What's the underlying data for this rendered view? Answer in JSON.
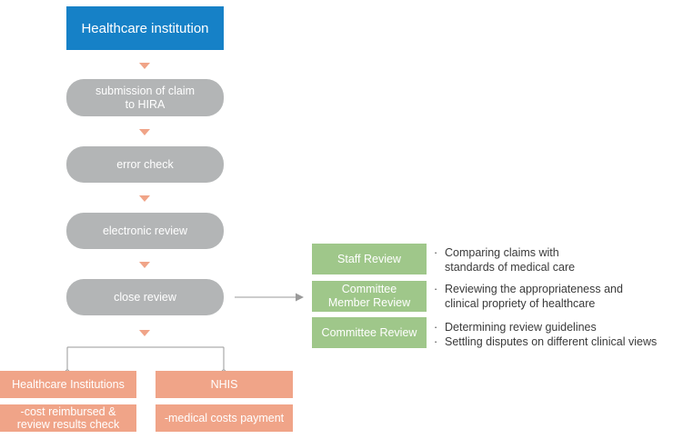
{
  "flow": {
    "top": "Healthcare institution",
    "steps": [
      {
        "lines": [
          "submission of claim",
          "to HIRA"
        ]
      },
      {
        "lines": [
          "error check"
        ]
      },
      {
        "lines": [
          "electronic review"
        ]
      },
      {
        "lines": [
          "close review"
        ]
      }
    ]
  },
  "review_types": [
    {
      "label_lines": [
        "Staff Review"
      ],
      "desc": [
        "Comparing claims with",
        "standards of medical care"
      ],
      "bulleted": [
        true,
        false
      ]
    },
    {
      "label_lines": [
        "Committee",
        "Member Review"
      ],
      "desc": [
        "Reviewing the appropriateness and",
        "clinical propriety of healthcare"
      ],
      "bulleted": [
        true,
        false
      ]
    },
    {
      "label_lines": [
        "Committee Review"
      ],
      "desc": [
        "Determining review guidelines",
        "Settling disputes on different clinical views"
      ],
      "bulleted": [
        true,
        true
      ]
    }
  ],
  "outcomes": [
    {
      "title": "Healthcare Institutions",
      "detail_lines": [
        "-cost reimbursed &",
        "review results check"
      ]
    },
    {
      "title": "NHIS",
      "detail_lines": [
        "-medical costs payment"
      ]
    }
  ],
  "bullet_char": "·",
  "colors": {
    "top": "#1681c7",
    "step": "#b3b5b6",
    "arrow": "#f0a488",
    "review": "#9fc78a",
    "outcome": "#f0a488",
    "connector": "#9a9a9a"
  }
}
